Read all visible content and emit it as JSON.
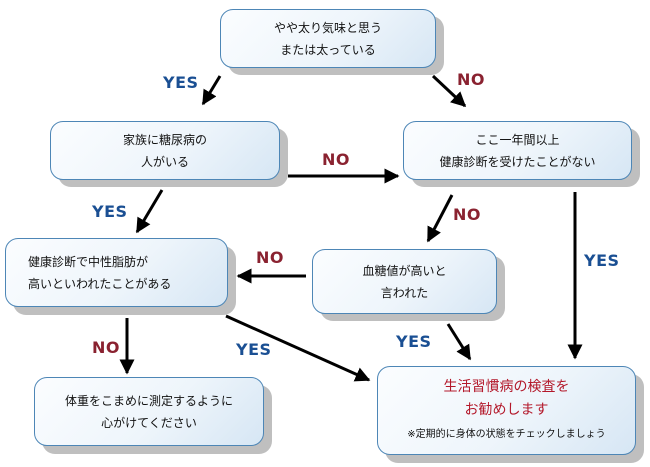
{
  "nodes": {
    "overweight": [
      "やや太り気味と思う",
      "または太っている"
    ],
    "family_history": [
      "家族に糖尿病の",
      "人がいる"
    ],
    "no_checkup": [
      "ここ一年間以上",
      "健康診断を受けたことがない"
    ],
    "high_triglyceride": [
      "健康診断で中性脂肪が",
      "高いといわれたことがある"
    ],
    "high_blood_sugar": [
      "血糖値が高いと",
      "言われた"
    ],
    "measure_weight": [
      "体重をこまめに測定するように",
      "心がけてください"
    ],
    "recommend_exam": {
      "title_lines": [
        "生活習慣病の検査を",
        "お勧めします"
      ],
      "note": "※定期的に身体の状態をチェックしましょう"
    }
  },
  "edge_labels": {
    "overweight_to_family": "YES",
    "overweight_to_checkup": "NO",
    "family_to_checkup": "NO",
    "family_to_triglyceride": "YES",
    "checkup_to_sugar": "NO",
    "checkup_to_exam": "YES",
    "sugar_to_triglyceride": "NO",
    "sugar_to_exam": "YES",
    "triglyceride_to_weight": "NO",
    "triglyceride_to_exam": "YES"
  },
  "colors": {
    "yes_label": "#1a4f93",
    "no_label": "#8a2230",
    "box_border": "#4d86b6",
    "highlight_text": "#b3182a"
  }
}
